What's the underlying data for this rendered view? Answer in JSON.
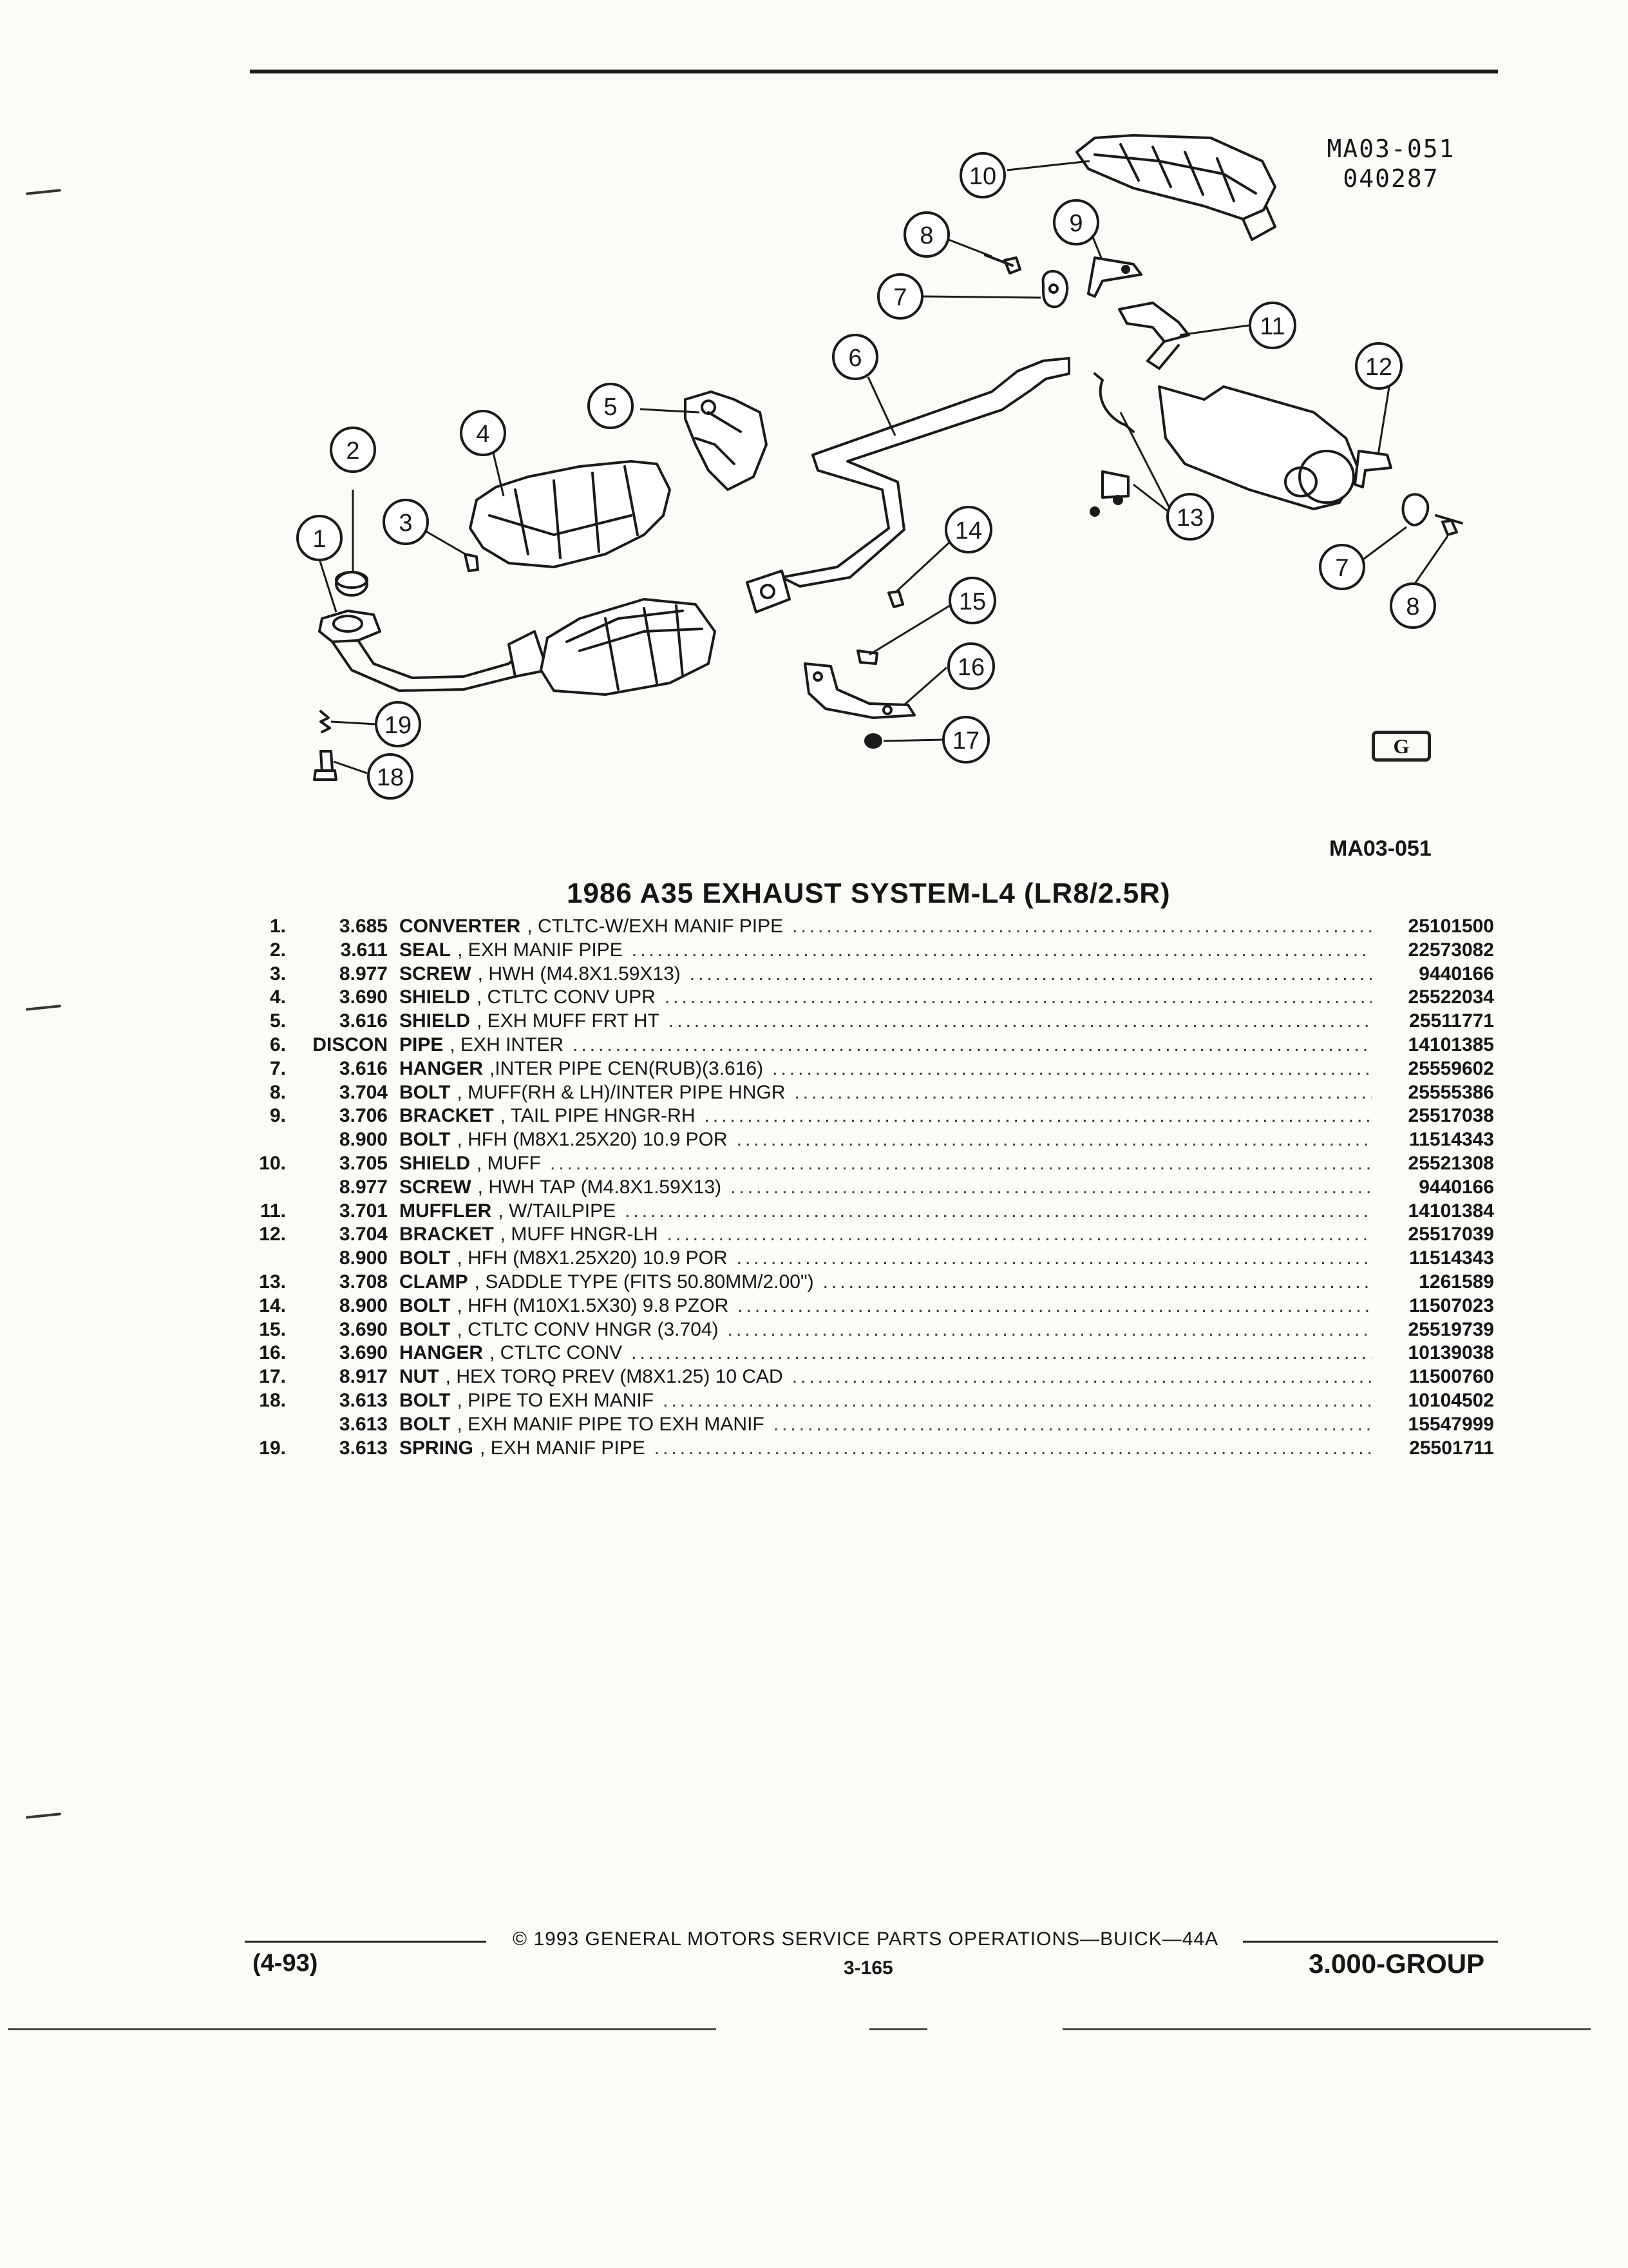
{
  "diagram": {
    "ref_code_line1": "MA03-051",
    "ref_code_line2": "040287",
    "figure_label": "MA03-051",
    "logo_text": "G",
    "callouts": [
      "1",
      "2",
      "3",
      "4",
      "5",
      "6",
      "7",
      "8",
      "9",
      "10",
      "11",
      "12",
      "13",
      "14",
      "15",
      "16",
      "17",
      "18",
      "19",
      "7",
      "8"
    ]
  },
  "title": "1986 A35 EXHAUST SYSTEM-L4 (LR8/2.5R)",
  "parts": [
    {
      "num": "1.",
      "group": "3.685",
      "name": "CONVERTER",
      "detail": ", CTLTC-W/EXH MANIF PIPE",
      "part_no": "25101500"
    },
    {
      "num": "2.",
      "group": "3.611",
      "name": "SEAL",
      "detail": ", EXH MANIF PIPE",
      "part_no": "22573082"
    },
    {
      "num": "3.",
      "group": "8.977",
      "name": "SCREW",
      "detail": ", HWH (M4.8X1.59X13)",
      "part_no": "9440166"
    },
    {
      "num": "4.",
      "group": "3.690",
      "name": "SHIELD",
      "detail": ", CTLTC CONV UPR",
      "part_no": "25522034"
    },
    {
      "num": "5.",
      "group": "3.616",
      "name": "SHIELD",
      "detail": ", EXH MUFF FRT HT",
      "part_no": "25511771"
    },
    {
      "num": "6.",
      "group": "DISCON",
      "name": "PIPE",
      "detail": ", EXH INTER",
      "part_no": "14101385"
    },
    {
      "num": "7.",
      "group": "3.616",
      "name": "HANGER",
      "detail": ",INTER PIPE CEN(RUB)(3.616)",
      "part_no": "25559602"
    },
    {
      "num": "8.",
      "group": "3.704",
      "name": "BOLT",
      "detail": ", MUFF(RH & LH)/INTER PIPE HNGR",
      "part_no": "25555386"
    },
    {
      "num": "9.",
      "group": "3.706",
      "name": "BRACKET",
      "detail": ", TAIL PIPE HNGR-RH",
      "part_no": "25517038"
    },
    {
      "num": "",
      "group": "8.900",
      "name": "BOLT",
      "detail": ", HFH (M8X1.25X20) 10.9 POR",
      "part_no": "11514343"
    },
    {
      "num": "10.",
      "group": "3.705",
      "name": "SHIELD",
      "detail": ", MUFF",
      "part_no": "25521308"
    },
    {
      "num": "",
      "group": "8.977",
      "name": "SCREW",
      "detail": ", HWH TAP (M4.8X1.59X13)",
      "part_no": "9440166"
    },
    {
      "num": "11.",
      "group": "3.701",
      "name": "MUFFLER",
      "detail": ", W/TAILPIPE",
      "part_no": "14101384"
    },
    {
      "num": "12.",
      "group": "3.704",
      "name": "BRACKET",
      "detail": ", MUFF HNGR-LH",
      "part_no": "25517039"
    },
    {
      "num": "",
      "group": "8.900",
      "name": "BOLT",
      "detail": ", HFH (M8X1.25X20) 10.9 POR",
      "part_no": "11514343"
    },
    {
      "num": "13.",
      "group": "3.708",
      "name": "CLAMP",
      "detail": ", SADDLE TYPE (FITS 50.80MM/2.00\")",
      "part_no": "1261589"
    },
    {
      "num": "14.",
      "group": "8.900",
      "name": "BOLT",
      "detail": ", HFH (M10X1.5X30) 9.8 PZOR",
      "part_no": "11507023"
    },
    {
      "num": "15.",
      "group": "3.690",
      "name": "BOLT",
      "detail": ", CTLTC CONV HNGR (3.704)",
      "part_no": "25519739"
    },
    {
      "num": "16.",
      "group": "3.690",
      "name": "HANGER",
      "detail": ", CTLTC CONV",
      "part_no": "10139038"
    },
    {
      "num": "17.",
      "group": "8.917",
      "name": "NUT",
      "detail": ", HEX TORQ PREV (M8X1.25) 10 CAD",
      "part_no": "11500760"
    },
    {
      "num": "18.",
      "group": "3.613",
      "name": "BOLT",
      "detail": ", PIPE TO EXH MANIF",
      "part_no": "10104502"
    },
    {
      "num": "",
      "group": "3.613",
      "name": "BOLT",
      "detail": ", EXH MANIF PIPE TO EXH MANIF",
      "part_no": "15547999"
    },
    {
      "num": "19.",
      "group": "3.613",
      "name": "SPRING",
      "detail": ", EXH MANIF PIPE",
      "part_no": "25501711"
    }
  ],
  "dots": "................................................................................................................................",
  "footer": {
    "copyright": "© 1993 GENERAL MOTORS SERVICE PARTS OPERATIONS—BUICK—44A",
    "page": "3-165",
    "revision": "(4-93)",
    "group": "3.000-GROUP"
  }
}
